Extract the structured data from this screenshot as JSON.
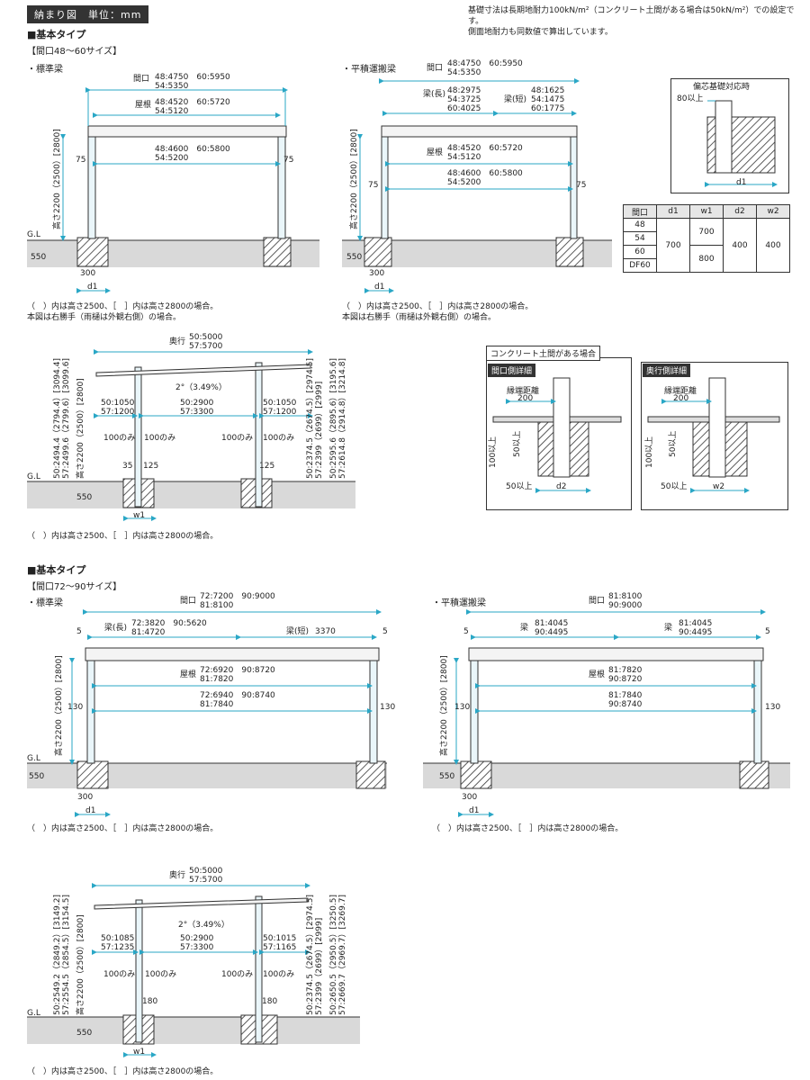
{
  "header": {
    "title": "納まり図　単位：mm"
  },
  "notes": {
    "line1": "基礎寸法は長期地耐力100kN/m²（コンクリート土間がある場合は50kN/m²）での設定です。",
    "line2": "側面地耐力も同数値で算出しています。"
  },
  "sections": {
    "s1_title": "■基本タイプ",
    "s1_sub": "【間口48〜60サイズ】",
    "s1_std": "・標準梁",
    "s1_flat": "・平積運搬梁",
    "s2_title": "■基本タイプ",
    "s2_sub": "【間口72〜90サイズ】",
    "s2_std": "・標準梁",
    "s2_flat": "・平積運搬梁"
  },
  "captions": {
    "c1a": "（　）内は高さ2500、［　］内は高さ2800の場合。",
    "c1b": "本図は右勝手（雨樋は外観右側）の場合。",
    "c2": "（　）内は高さ2500、［　］内は高さ2800の場合。"
  },
  "labels": {
    "gl": "G.L",
    "maguchi": "間口",
    "yane": "屋根",
    "okuyuki": "奥行",
    "hari_long": "梁(長)",
    "hari_short": "梁(短)",
    "hari": "梁",
    "height": "高さ2200（2500）[2800]",
    "d550": "550",
    "d300": "300",
    "d1": "d1",
    "d2": "d2",
    "w1": "w1",
    "w2": "w2",
    "d75": "75",
    "d130": "130",
    "d5": "5",
    "only100": "100のみ",
    "slope": "2°（3.49%）"
  },
  "dims1": {
    "open_a": "48:4750　60:5950",
    "open_b": "54:5350",
    "roof_a": "48:4520　60:5720",
    "roof_b": "54:5120",
    "post_a": "48:4600　60:5800",
    "post_b": "54:5200",
    "hl_a": "48:2975",
    "hl_b": "54:3725",
    "hl_c": "60:4025",
    "hs_a": "48:1625",
    "hs_b": "54:1475",
    "hs_c": "60:1775"
  },
  "side1": {
    "depth_a": "50:5000",
    "depth_b": "57:5700",
    "ov_a": "50:1050",
    "ov_b": "57:1200",
    "mid_a": "50:2900",
    "mid_b": "57:3300",
    "ov2_a": "50:1050",
    "ov2_b": "57:1200",
    "d35": "35",
    "d125": "125",
    "d125b": "125",
    "lh_a": "50:2494.4（2794.4）[3094.4]",
    "lh_b": "57:2499.6（2799.6）[3099.6]",
    "rh_a": "50:2374.5（2674.5）[2974.5]",
    "rh_b": "57:2399（2699）[2999]",
    "rh2_a": "50:2595.6（2895.6）[3195.6]",
    "rh2_b": "57:2614.8（2914.8）[3214.8]"
  },
  "detail": {
    "offset_title": "偏芯基礎対応時",
    "d80": "80以上",
    "concrete_title": "コンクリート土間がある場合",
    "front_title": "間口側詳細",
    "depth_title": "奥行側詳細",
    "edge": "縁端距離",
    "d200": "200",
    "d100": "100以上",
    "d50": "50以上",
    "d50b": "50以上"
  },
  "table": {
    "header": [
      "間口",
      "d1",
      "w1",
      "d2",
      "w2"
    ],
    "rows": [
      [
        "48",
        "",
        "700",
        "",
        ""
      ],
      [
        "54",
        "700",
        "",
        "400",
        "400"
      ],
      [
        "60",
        "",
        "800",
        "",
        ""
      ],
      [
        "DF60",
        "",
        "",
        "",
        ""
      ]
    ]
  },
  "dims2": {
    "open_a": "72:7200　90:9000",
    "open_b": "81:8100",
    "hl_a": "72:3820　90:5620",
    "hl_b": "81:4720",
    "hs": "3370",
    "roof_a": "72:6920　90:8720",
    "roof_b": "81:7820",
    "post_a": "72:6940　90:8740",
    "post_b": "81:7840",
    "fopen_a": "81:8100",
    "fopen_b": "90:9000",
    "fh1_a": "81:4045",
    "fh1_b": "90:4495",
    "fh2_a": "81:4045",
    "fh2_b": "90:4495",
    "froof_a": "81:7820",
    "froof_b": "90:8720",
    "fpost_a": "81:7840",
    "fpost_b": "90:8740"
  },
  "side2": {
    "depth_a": "50:5000",
    "depth_b": "57:5700",
    "ov_a": "50:1085",
    "ov_b": "57:1235",
    "mid_a": "50:2900",
    "mid_b": "57:3300",
    "ov2_a": "50:1015",
    "ov2_b": "57:1165",
    "d180": "180",
    "lh_a": "50:2549.2（2849.2）[3149.2]",
    "lh_b": "57:2554.5（2854.5）[3154.5]",
    "rh_a": "50:2374.5（2674.5）[2974.5]",
    "rh_b": "57:2399（2699）[2999]",
    "rh2_a": "50:2650.5（2950.5）[3250.5]",
    "rh2_b": "57:2669.7（2969.7）[3269.7]"
  }
}
